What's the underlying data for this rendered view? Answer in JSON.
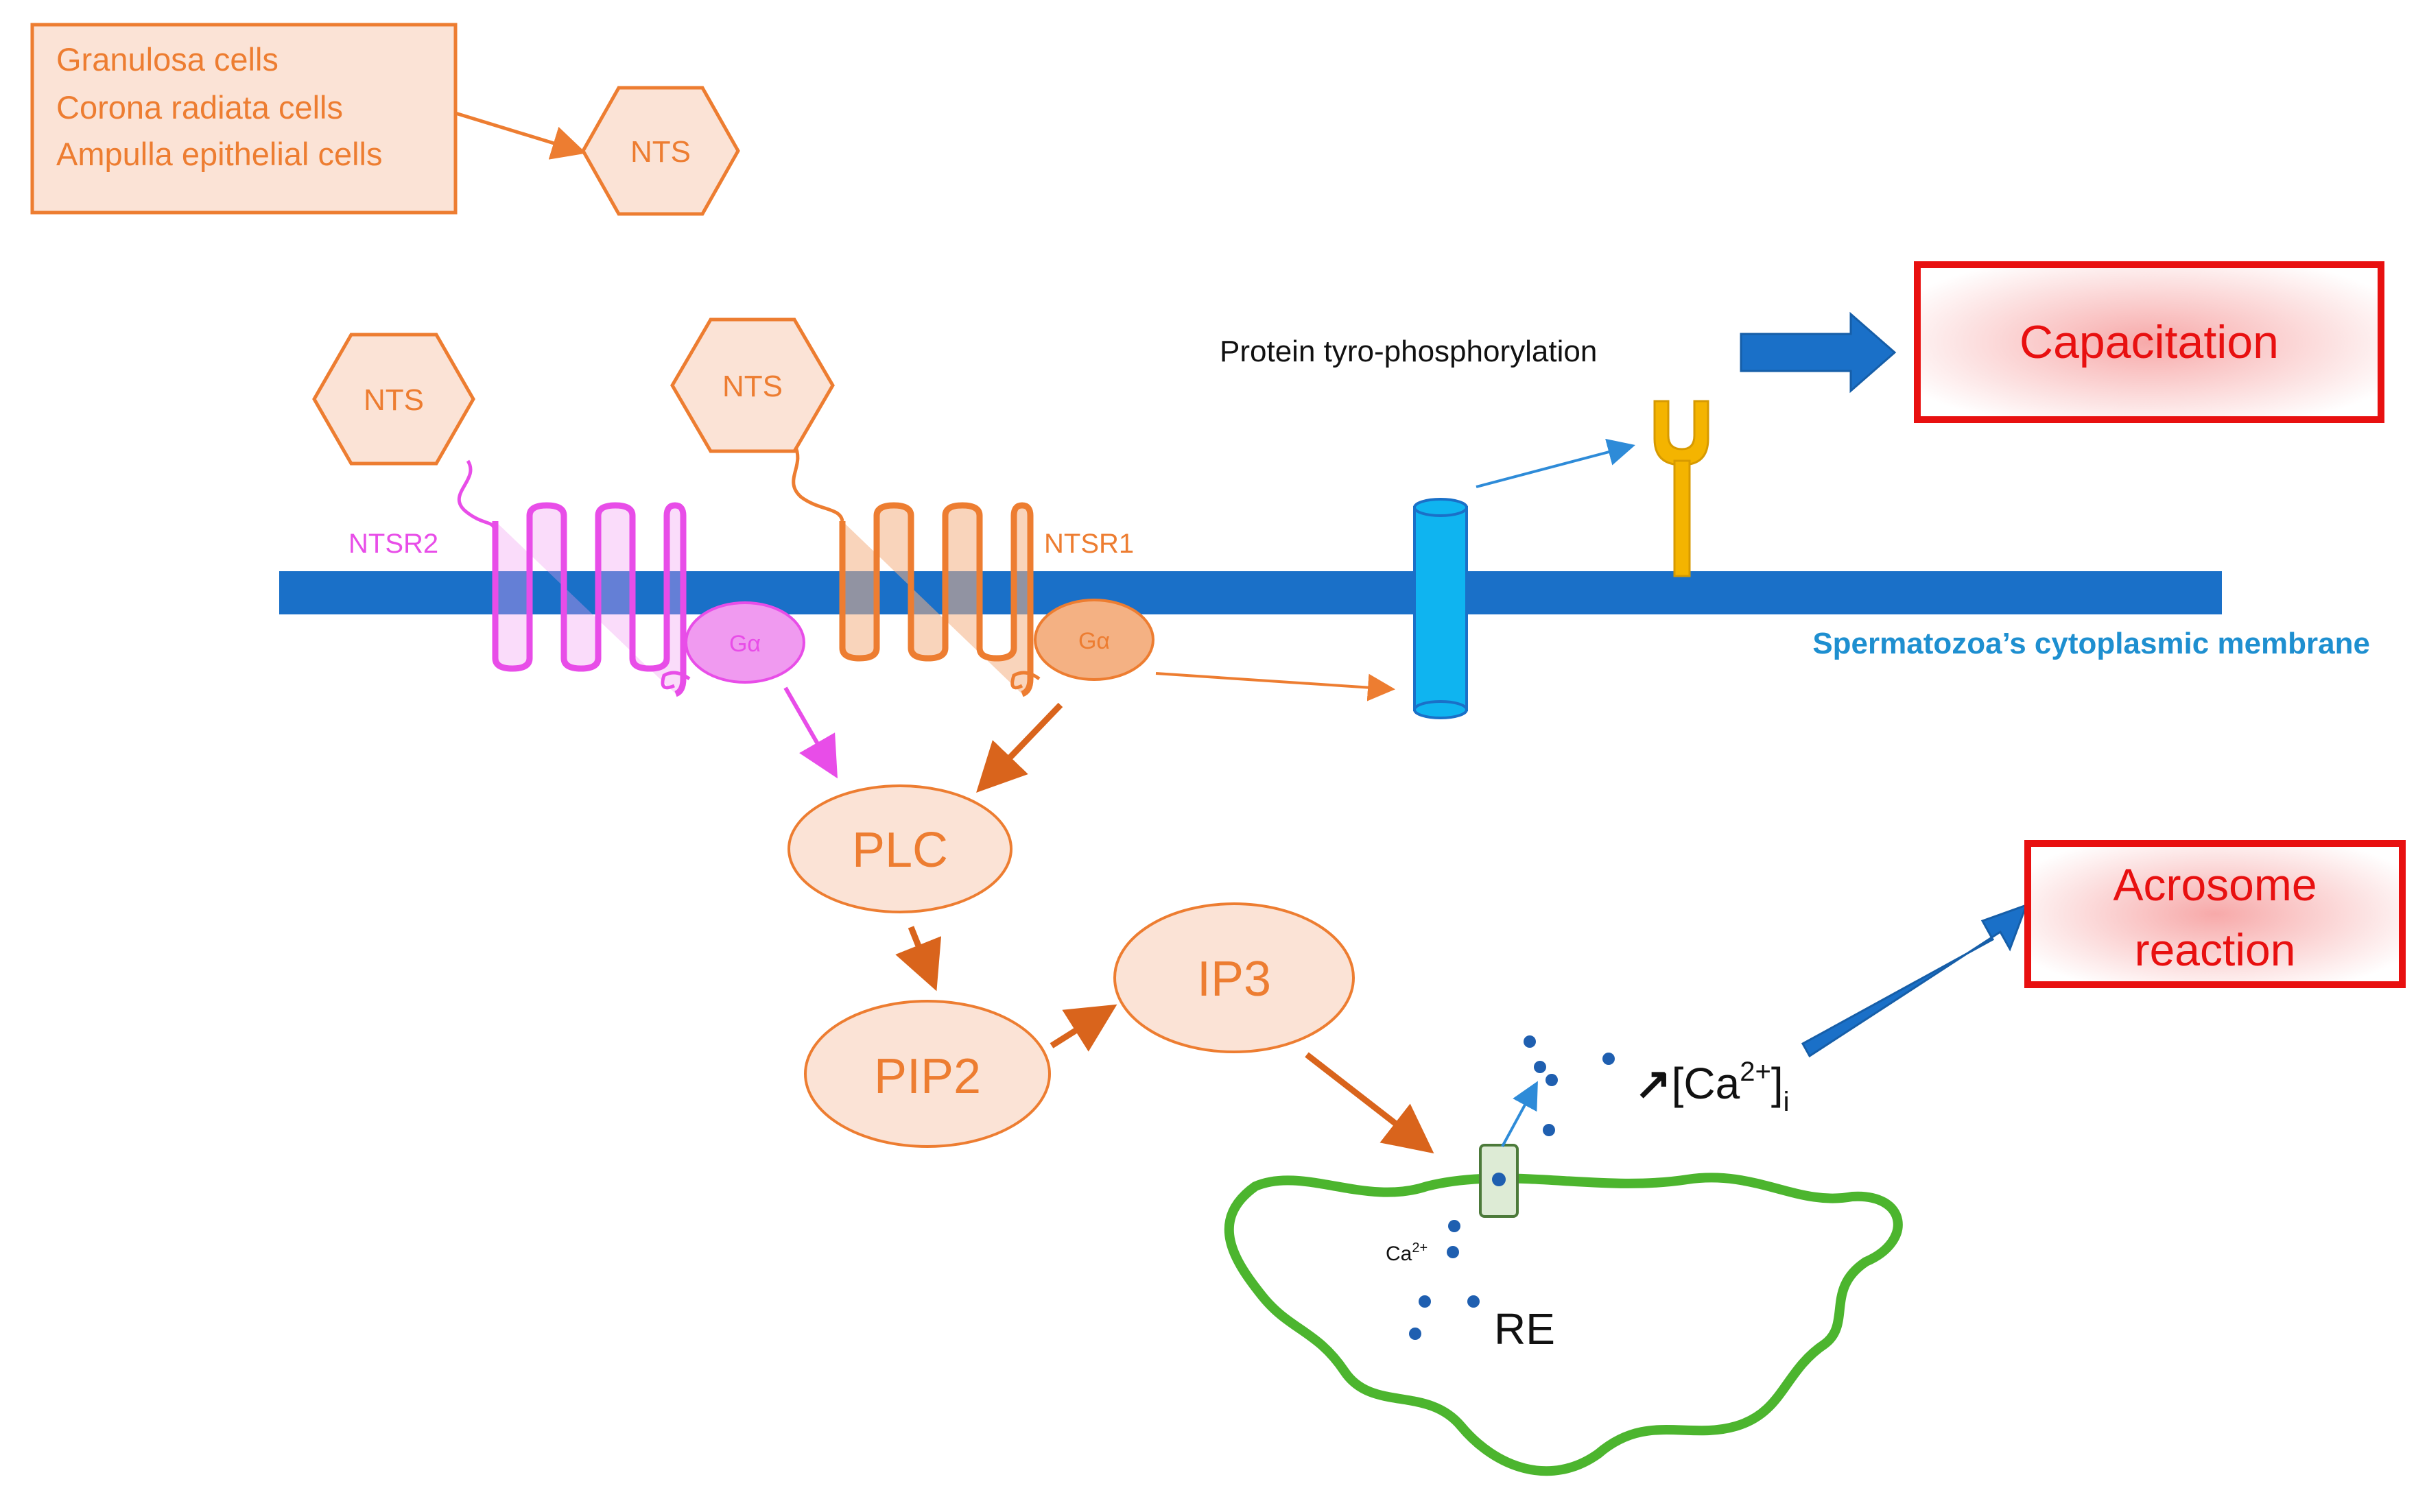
{
  "colors": {
    "orange": "#ED7D31",
    "orange_fill": "#FBE3D6",
    "orange_receptor_fill": "#F4B183",
    "pink": "#E84DE8",
    "pink_fill": "#F09AF0",
    "membrane_blue": "#1A70C8",
    "channel_blue": "#0FB4F0",
    "light_blue_text": "#1E8FD0",
    "yellow": "#F4B400",
    "red": "#E81010",
    "green": "#4CB52E",
    "ca_dot": "#1F5FB0"
  },
  "source_box": {
    "lines": [
      "Granulosa cells",
      "Corona radiata cells",
      "Ampulla epithelial cells"
    ]
  },
  "nts_labels": {
    "source": "NTS",
    "left": "NTS",
    "middle": "NTS"
  },
  "receptors": {
    "ntsr2": "NTSR2",
    "ntsr1": "NTSR1",
    "g_alpha_left": "Gα",
    "g_alpha_right": "Gα"
  },
  "membrane_label": "Spermatozoa’s cytoplasmic membrane",
  "tyro_label": "Protein tyro-phosphorylation",
  "outcomes": {
    "capacitation": "Capacitation",
    "acrosome_line1": "Acrosome",
    "acrosome_line2": "reaction"
  },
  "pathway": {
    "plc": "PLC",
    "pip2": "PIP2",
    "ip3": "IP3"
  },
  "calcium": {
    "arrow_symbol": "↗",
    "base": "[Ca",
    "sup": "2+",
    "close": "]",
    "sub": "i",
    "inner_base": "Ca",
    "inner_sup": "2+"
  },
  "re_label": "RE"
}
